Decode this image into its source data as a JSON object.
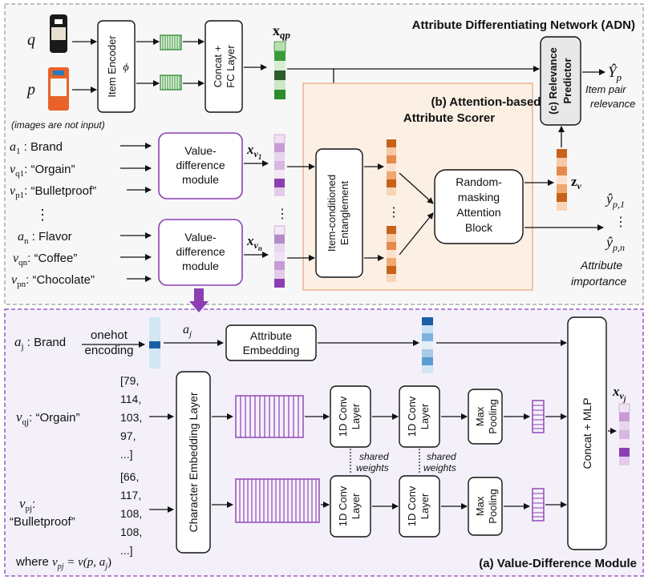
{
  "header": {
    "title": "Attribute Differentiating Network (ADN)"
  },
  "inputs": {
    "q": "q",
    "p": "p",
    "note": "(images are not input)"
  },
  "encoder": {
    "line1": "Item Encoder",
    "phi": "ϕ"
  },
  "concat_fc": {
    "line1": "Concat +",
    "line2": "FC Layer"
  },
  "x_qp": {
    "base": "x",
    "sub": "qp"
  },
  "attributes": {
    "row1": [
      {
        "sym": "a",
        "sub": "1",
        "text": " : Brand"
      },
      {
        "sym": "v",
        "sub": "q1",
        "text": ": “Orgain”"
      },
      {
        "sym": "v",
        "sub": "p1",
        "text": ": “Bulletproof”"
      }
    ],
    "row2": [
      {
        "sym": "a",
        "sub": "n",
        "text": " : Flavor"
      },
      {
        "sym": "v",
        "sub": "qn",
        "text": ": “Coffee”"
      },
      {
        "sym": "v",
        "sub": "pn",
        "text": ": “Chocolate”"
      }
    ],
    "dots": "⋮"
  },
  "vdm_box": {
    "line1": "Value-",
    "line2": "difference",
    "line3": "module"
  },
  "x_v1": {
    "base": "x",
    "sub": "v",
    "subsub": "1"
  },
  "x_vn": {
    "base": "x",
    "sub": "v",
    "subsub": "n"
  },
  "scorer": {
    "title_line1": "(b) Attention-based",
    "title_line2": "Attribute Scorer",
    "entangle_line1": "Item-conditioned",
    "entangle_line2": "Entanglement",
    "random_line1": "Random-",
    "random_line2": "masking",
    "random_line3": "Attention",
    "random_line4": "Block"
  },
  "relevance": {
    "line1": "(c) Relevance",
    "line2": "Predictor"
  },
  "outputs": {
    "y_p": "Ŷ",
    "y_p_sub": "p",
    "y_p_label1": "Item pair",
    "y_p_label2": "relevance",
    "z_v": "z",
    "z_v_sub": "v",
    "y_p1": "ŷ",
    "y_p1_sub": "p,1",
    "y_pn": "ŷ",
    "y_pn_sub": "p,n",
    "dots": "⋮",
    "imp_label1": "Attribute",
    "imp_label2": "importance"
  },
  "vdm": {
    "title": "(a) Value-Difference Module",
    "aj_label": {
      "sym": "a",
      "sub": "j",
      "text": " : Brand"
    },
    "onehot1": "onehot",
    "onehot2": "encoding",
    "aj_arrow": {
      "sym": "a",
      "sub": "j"
    },
    "attr_emb1": "Attribute",
    "attr_emb2": "Embedding",
    "vq_label": {
      "sym": "v",
      "sub": "qj",
      "text": ": “Orgain”"
    },
    "vq_codes": [
      "[79,",
      "114,",
      "103,",
      "97,",
      "...]"
    ],
    "vp_label": {
      "sym": "v",
      "sub": "pj",
      "text": ":"
    },
    "vp_label2": "“Bulletproof”",
    "vp_codes": [
      "[66,",
      "117,",
      "108,",
      "108,",
      "...]"
    ],
    "char_emb": "Character Embedding Layer",
    "conv_line1": "1D Conv",
    "conv_line2": "Layer",
    "maxpool_line1": "Max",
    "maxpool_line2": "Pooling",
    "concat_mlp": "Concat + MLP",
    "shared1": "shared",
    "shared2": "weights",
    "x_vj": {
      "base": "x",
      "sub": "v",
      "subsub": "j"
    },
    "where_prefix": "where ",
    "where_eq": {
      "sym": "v",
      "sub": "pj",
      "rest": " = v(p, a",
      "sub2": "j",
      "end": ")"
    }
  },
  "colors": {
    "purple": "#8b3fb3",
    "green": "#2e8b2e",
    "orange": "#c8621a",
    "peach_bg": "#fcefe4",
    "lavender_bg": "#f4f0fa"
  }
}
